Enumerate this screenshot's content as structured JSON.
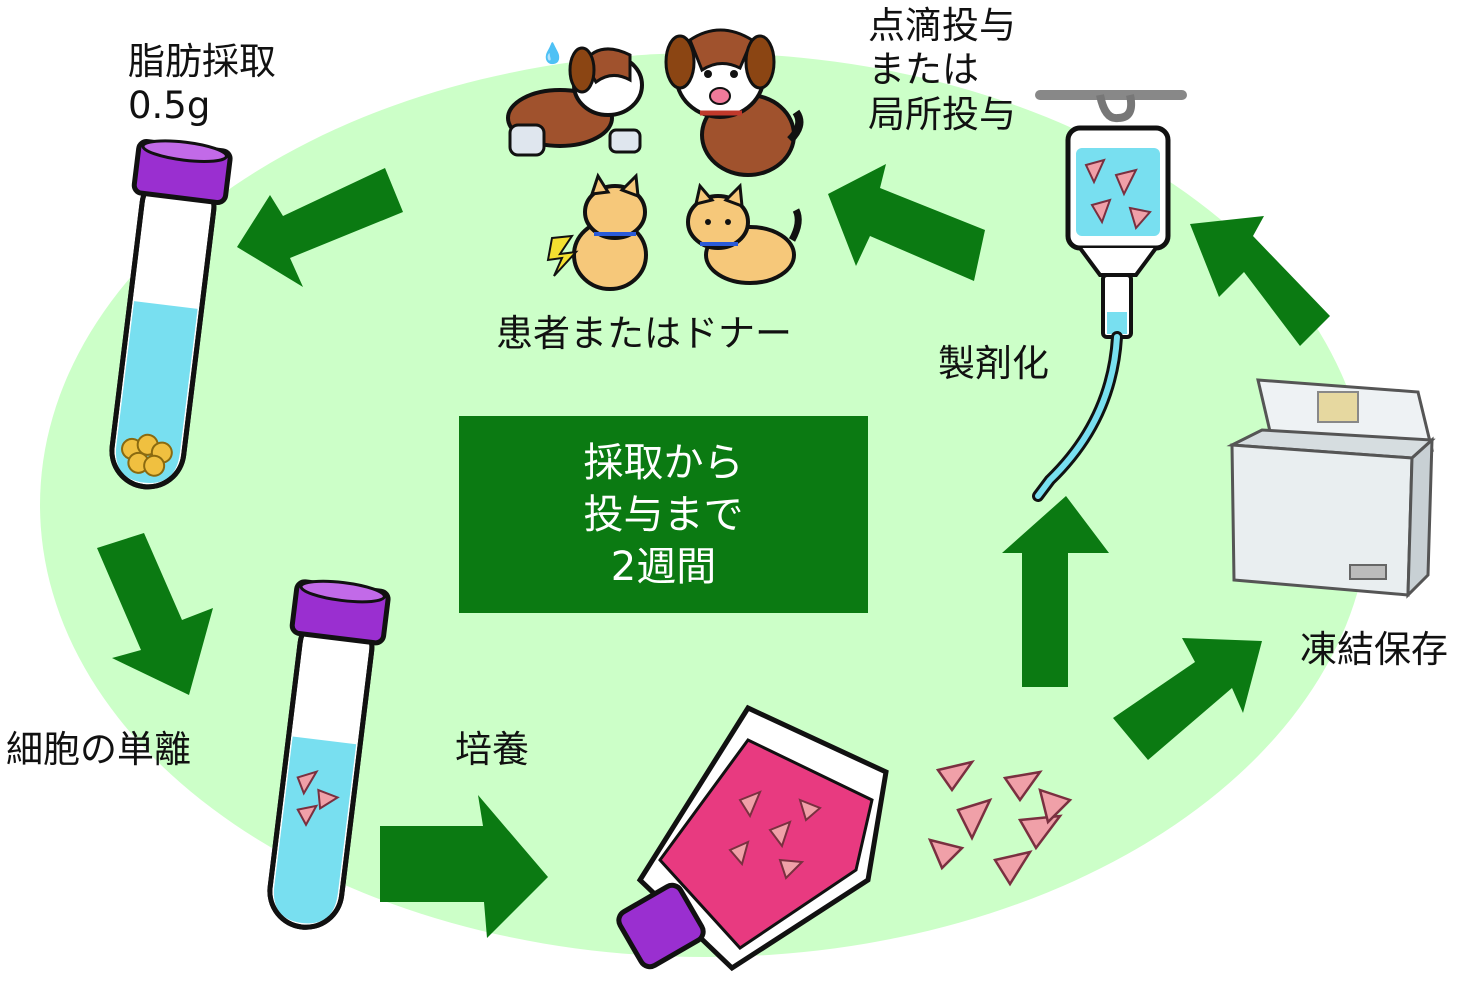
{
  "colors": {
    "background_ellipse": "#ccffc8",
    "arrow": "#0b7a12",
    "center_box": "#0b7a12",
    "center_text": "#ffffff",
    "tube_cap": "#9a2fd0",
    "tube_liquid": "#78dff0",
    "flask_liquid": "#e83a80",
    "fat_tissue": "#f0c040",
    "cell": "#f0a0a8"
  },
  "labels": {
    "fat_harvest": "脂肪採取\n0.5g",
    "patient_or_donor": "患者またはドナー",
    "iv_or_local": "点滴投与\nまたは\n局所投与",
    "formulation": "製剤化",
    "cryopreservation": "凍結保存",
    "cell_isolation": "細胞の単離",
    "culture": "培養"
  },
  "center": {
    "line1": "採取から",
    "line2": "投与まで",
    "line3": "2週間"
  },
  "icons": [
    "test-tube-fat-icon",
    "test-tube-cells-icon",
    "culture-flask-icon",
    "cells-icon",
    "freezer-icon",
    "iv-bag-icon",
    "injured-dog-icon",
    "dog-icon",
    "injured-cat-icon",
    "cat-icon"
  ]
}
